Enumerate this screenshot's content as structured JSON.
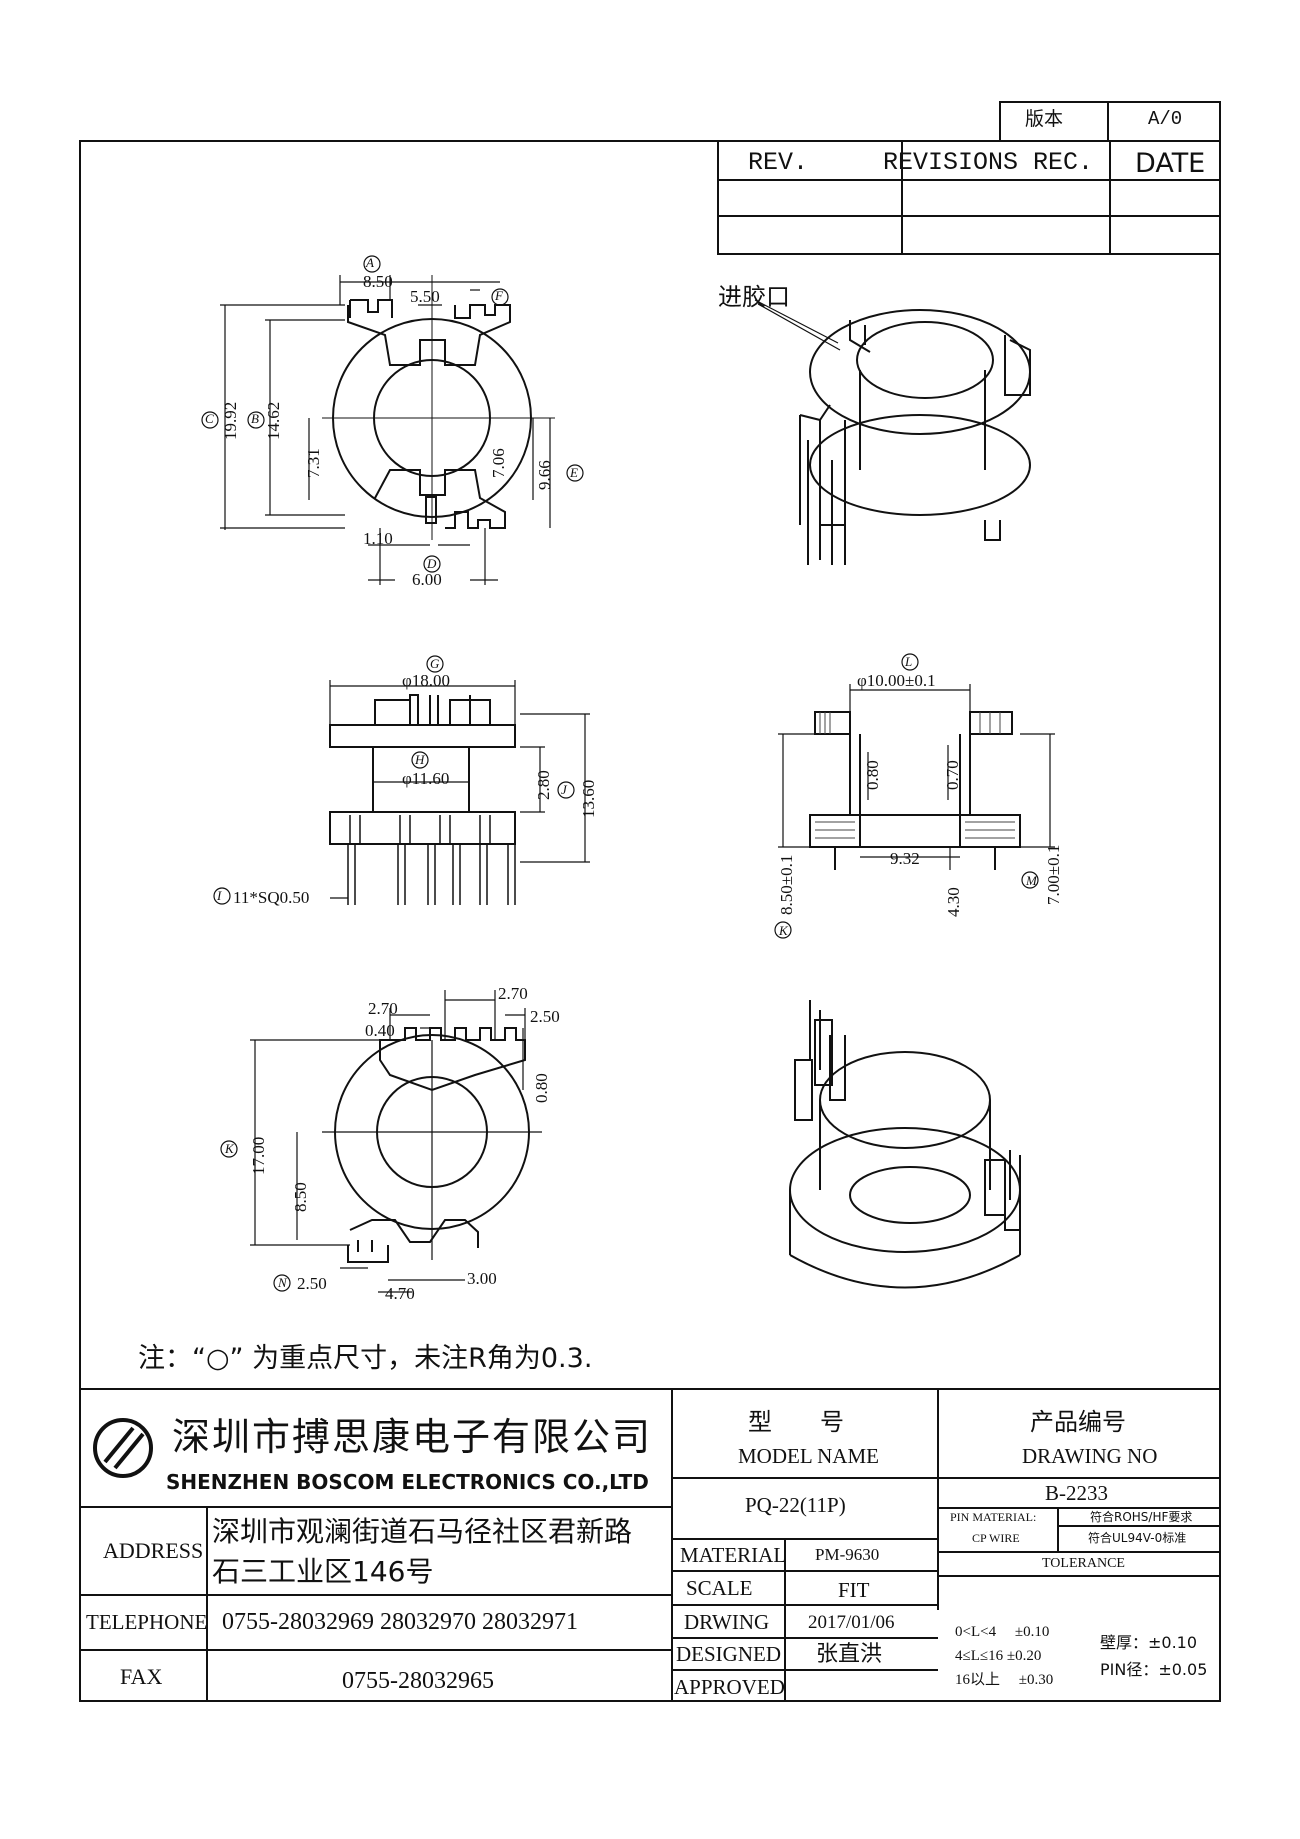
{
  "version_box": {
    "label": "版本",
    "value": "A/0"
  },
  "revision_table": {
    "rev": "REV.",
    "revisions": "REVISIONS REC.",
    "date": "DATE"
  },
  "annotations": {
    "gate_label": "进胶口",
    "note": "注：“○” 为重点尺寸，未注R角为0.3."
  },
  "dims_top": {
    "A": "A",
    "d_8_50": "8.50",
    "d_5_50": "5.50",
    "F": "F",
    "C": "C",
    "d_19_92": "19.92",
    "B": "B",
    "d_14_62": "14.62",
    "d_7_31": "7.31",
    "d_7_06": "7.06",
    "d_9_66": "9.66",
    "E": "E",
    "d_1_10": "1.10",
    "D": "D",
    "d_6_00": "6.00"
  },
  "dims_side": {
    "G": "G",
    "d_18_00": "φ18.00",
    "H": "H",
    "d_11_60": "φ11.60",
    "d_2_80": "2.80",
    "J": "J",
    "d_13_60": "13.60",
    "I": "I",
    "pins": "11*SQ0.50"
  },
  "dims_section": {
    "L": "L",
    "d_10_00": "φ10.00±0.1",
    "d_0_80": "0.80",
    "d_0_70": "0.70",
    "d_9_32": "9.32",
    "d_8_50": "8.50±0.1",
    "K": "K",
    "d_4_30": "4.30",
    "d_7_00": "7.00±0.1",
    "M": "M"
  },
  "dims_bottom": {
    "d_2_70a": "2.70",
    "d_2_70b": "2.70",
    "d_2_50": "2.50",
    "d_0_40": "0.40",
    "d_0_80": "0.80",
    "K": "K",
    "d_17_00": "17.00",
    "d_8_50": "8.50",
    "N": "N",
    "d_2_50b": "2.50",
    "d_3_00": "3.00",
    "d_4_70": "4.70"
  },
  "title_block": {
    "company_cn": "深圳市搏思康电子有限公司",
    "company_en": "SHENZHEN BOSCOM ELECTRONICS CO.,LTD",
    "address_label": "ADDRESS",
    "address_line1": "深圳市观澜街道石马径社区君新路",
    "address_line2": "石三工业区146号",
    "telephone_label": "TELEPHONE",
    "telephone": "0755-28032969 28032970 28032971",
    "fax_label": "FAX",
    "fax": "0755-28032965",
    "model_cn": "型　　号",
    "model_en": "MODEL NAME",
    "model_value": "PQ-22(11P)",
    "drawing_cn": "产品编号",
    "drawing_en": "DRAWING NO",
    "drawing_value": "B-2233",
    "material_label": "MATERIAL",
    "material_value": "PM-9630",
    "scale_label": "SCALE",
    "scale_value": "FIT",
    "drawing_label": "DRWING",
    "date_value": "2017/01/06",
    "designed_label": "DESIGNED",
    "designer": "张直洪",
    "approved_label": "APPROVED",
    "pin_material_label": "PIN MATERIAL:",
    "cp_wire": "CP WIRE",
    "rohs": "符合ROHS/HF要求",
    "ul": "符合UL94V-0标准",
    "tolerance_label": "TOLERANCE",
    "tol1": "0<L<4　 ±0.10",
    "tol2": "4≤L≤16 ±0.20",
    "tol3": "16以上　 ±0.30",
    "wall": "壁厚：±0.10",
    "pin_dia": "PIN径：±0.05"
  }
}
